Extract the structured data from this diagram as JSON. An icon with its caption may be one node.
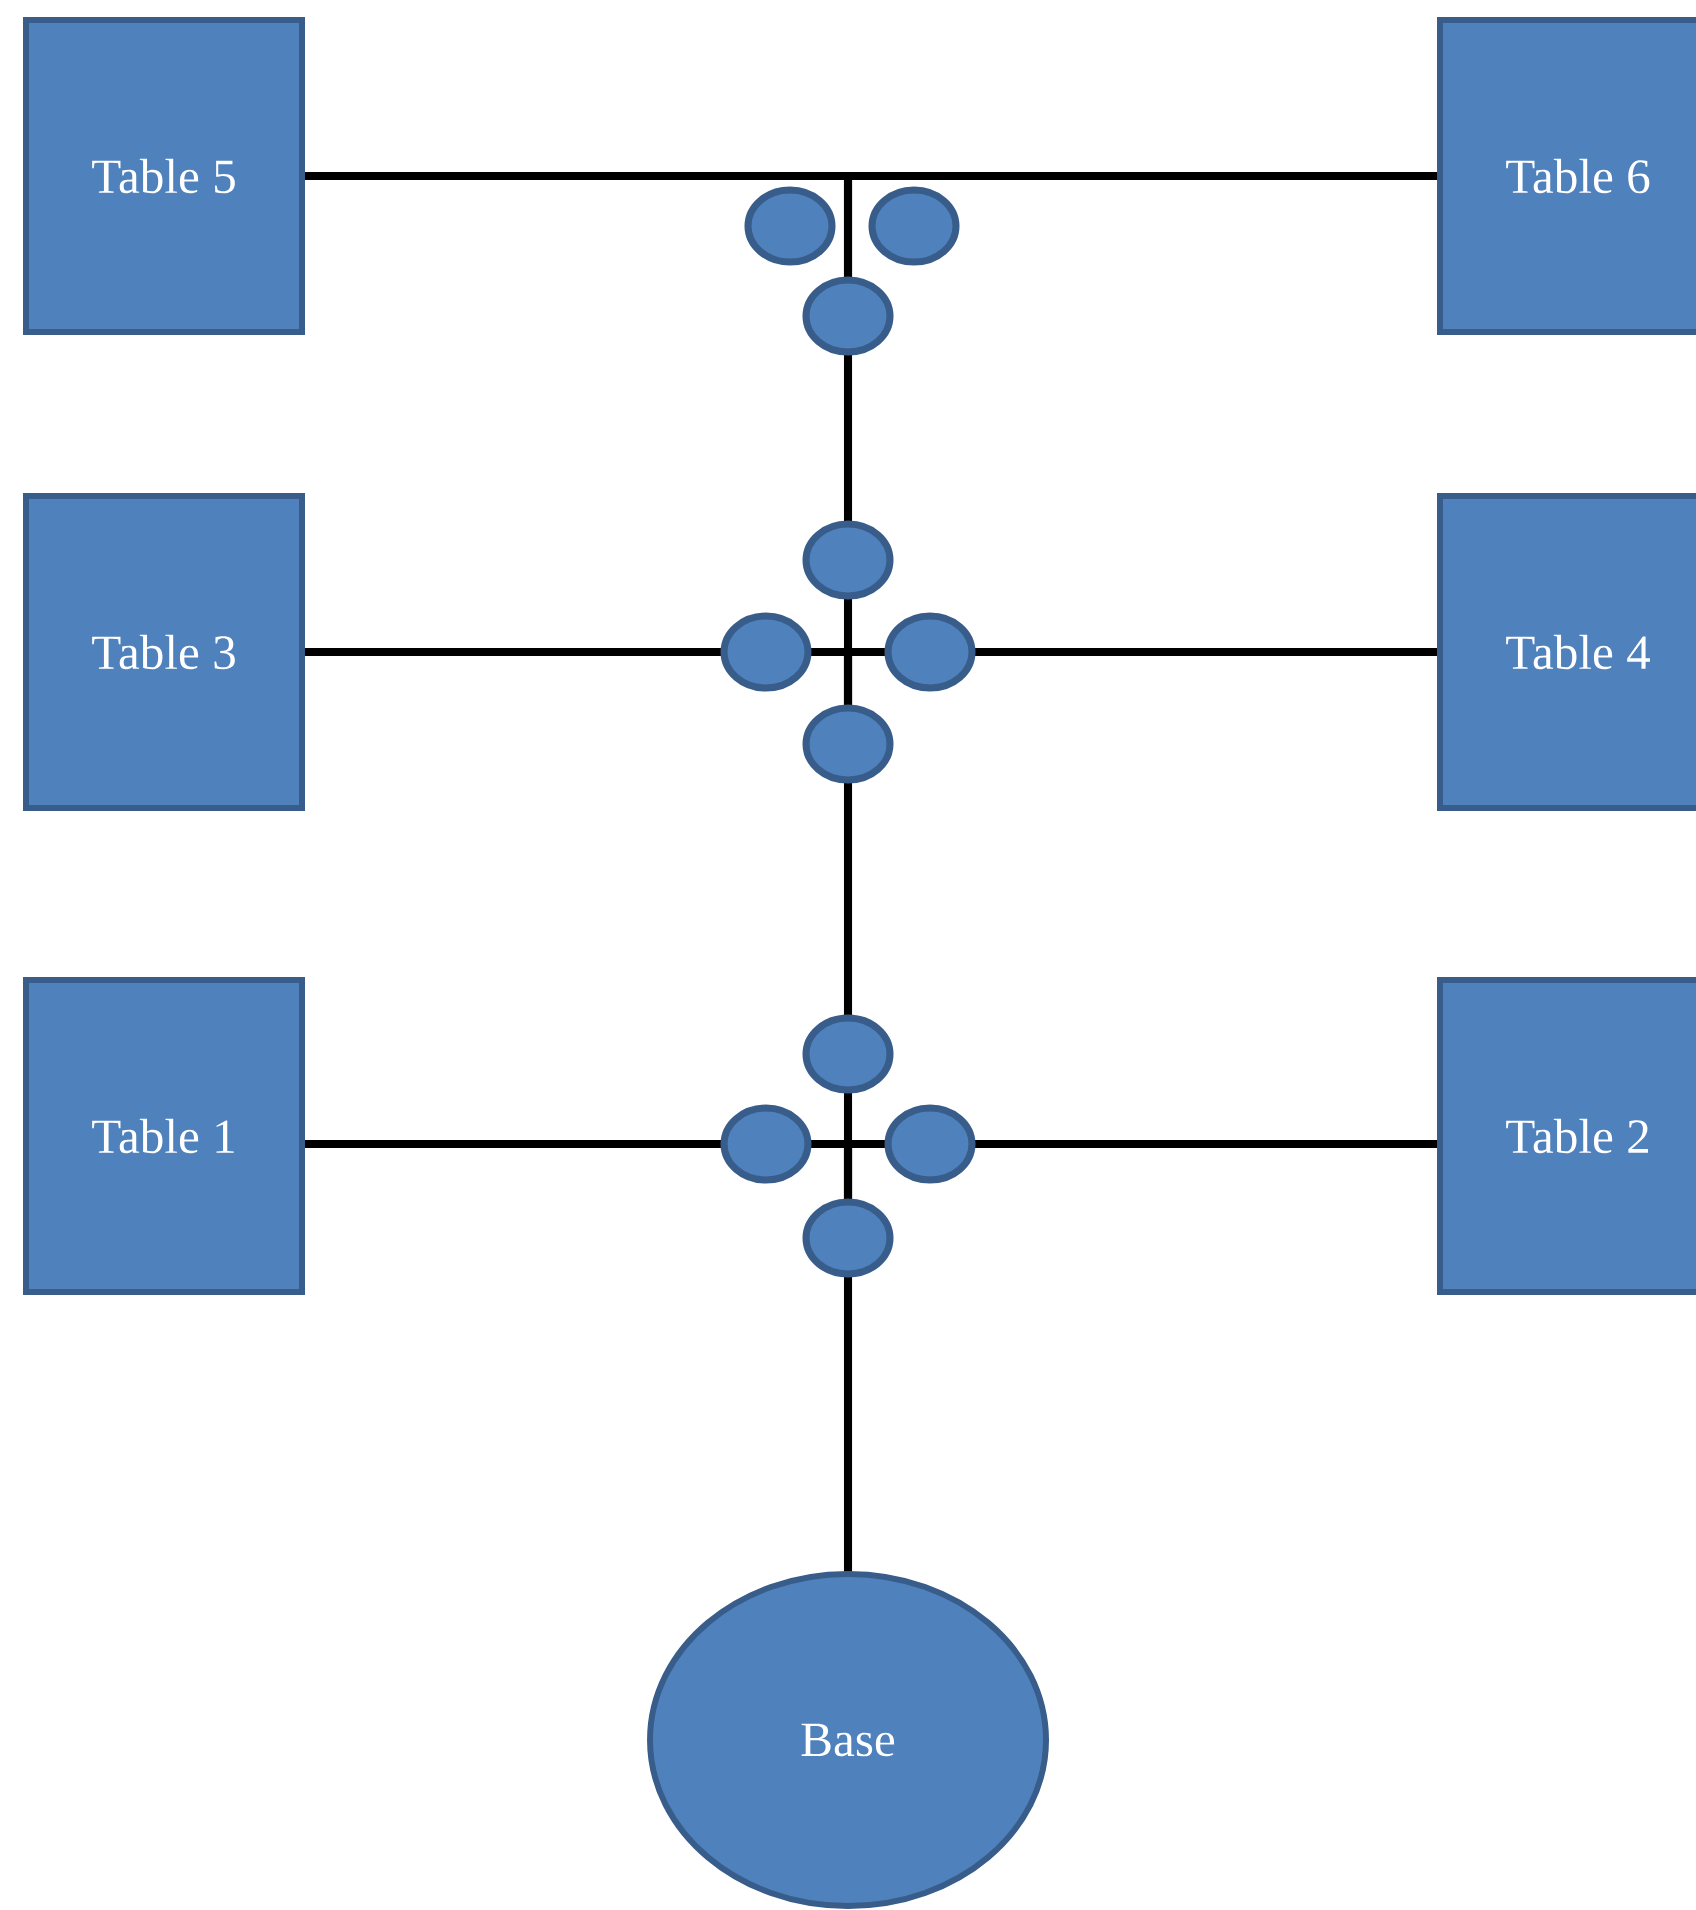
{
  "diagram": {
    "nodes": [
      {
        "text": [
          "Table 5"
        ]
      },
      {
        "text": [
          "Table 6"
        ]
      },
      {
        "text": [],
        "shape": "circle"
      },
      {
        "text": [],
        "shape": "circle"
      },
      {
        "text": [],
        "shape": "circle"
      },
      {
        "text": [
          "Table 3"
        ]
      },
      {
        "text": [
          "Table 4"
        ]
      },
      {
        "text": [],
        "shape": "circle"
      },
      {
        "text": [],
        "shape": "circle"
      },
      {
        "text": [],
        "shape": "circle"
      },
      {
        "text": [],
        "shape": "circle"
      },
      {
        "text": [
          "Table 1"
        ]
      },
      {
        "text": [
          "Table 2"
        ]
      },
      {
        "text": [],
        "shape": "circle"
      },
      {
        "text": [],
        "shape": "circle"
      },
      {
        "text": [],
        "shape": "circle"
      },
      {
        "text": [],
        "shape": "circle"
      },
      {
        "text": [
          "Base"
        ]
      }
    ],
    "edges": [
      {
        "from": 0,
        "to": 4,
        "arrow": "none"
      },
      {
        "from": 1,
        "to": 4,
        "arrow": "none"
      },
      {
        "from": 4,
        "to": 7,
        "arrow": "none"
      },
      {
        "from": 5,
        "to": 8,
        "arrow": "none"
      },
      {
        "from": 6,
        "to": 9,
        "arrow": "none"
      },
      {
        "from": 7,
        "to": 10,
        "arrow": "none"
      },
      {
        "from": 8,
        "to": 10,
        "arrow": "none"
      },
      {
        "from": 9,
        "to": 10,
        "arrow": "none"
      },
      {
        "from": 10,
        "to": 13,
        "arrow": "none"
      },
      {
        "from": 11,
        "to": 14,
        "arrow": "none"
      },
      {
        "from": 12,
        "to": 15,
        "arrow": "none"
      },
      {
        "from": 13,
        "to": 16,
        "arrow": "none"
      },
      {
        "from": 14,
        "to": 16,
        "arrow": "none"
      },
      {
        "from": 15,
        "to": 16,
        "arrow": "none"
      },
      {
        "from": 16,
        "to": 17,
        "arrow": "none"
      }
    ]
  }
}
